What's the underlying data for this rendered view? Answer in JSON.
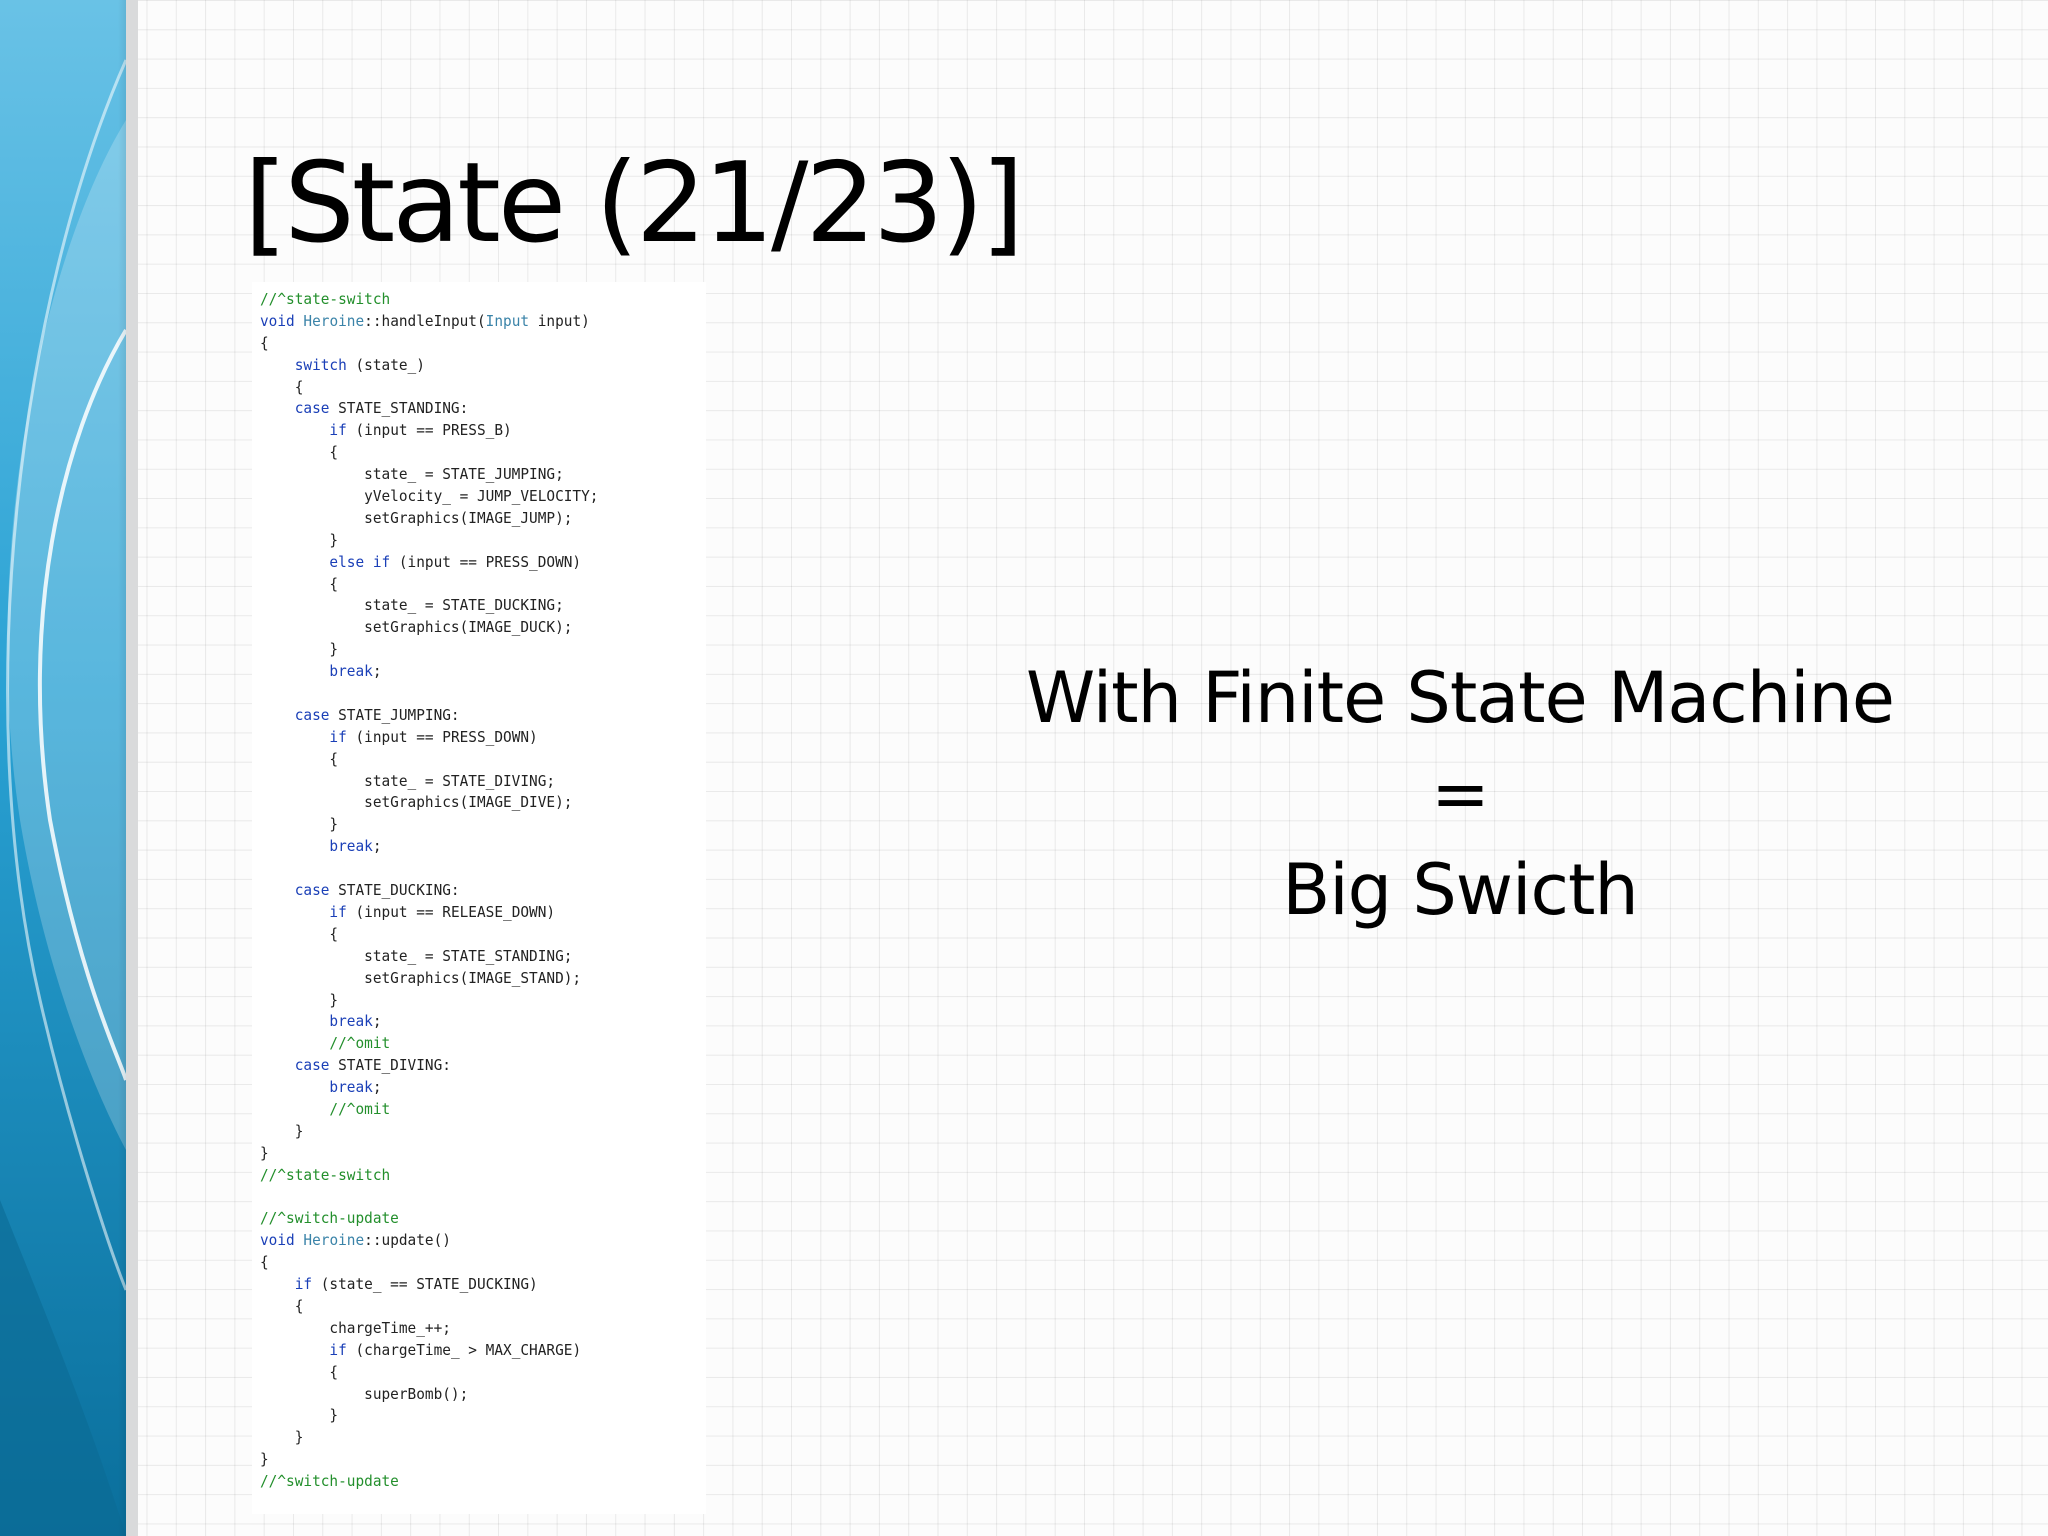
{
  "slide": {
    "title": "[State (21/23)]",
    "right_text": [
      "With Finite State Machine",
      "=",
      "Big Swicth"
    ]
  },
  "colors": {
    "keyword": "#1a3fb7",
    "comment": "#238f2c",
    "type": "#3a83a8",
    "plain": "#222222",
    "band_dark": "#0d7fae",
    "band_light": "#62bde1"
  },
  "code_lines": [
    [
      [
        "cm",
        "//^state-switch"
      ]
    ],
    [
      [
        "kw",
        "void "
      ],
      [
        "ty",
        "Heroine"
      ],
      [
        "pl",
        "::handleInput("
      ],
      [
        "ty",
        "Input"
      ],
      [
        "pl",
        " input)"
      ]
    ],
    [
      [
        "pl",
        "{"
      ]
    ],
    [
      [
        "pl",
        "    "
      ],
      [
        "kw",
        "switch"
      ],
      [
        "pl",
        " (state_)"
      ]
    ],
    [
      [
        "pl",
        "    {"
      ]
    ],
    [
      [
        "pl",
        "    "
      ],
      [
        "kw",
        "case"
      ],
      [
        "pl",
        " STATE_STANDING:"
      ]
    ],
    [
      [
        "pl",
        "        "
      ],
      [
        "kw",
        "if"
      ],
      [
        "pl",
        " (input == PRESS_B)"
      ]
    ],
    [
      [
        "pl",
        "        {"
      ]
    ],
    [
      [
        "pl",
        "            state_ = STATE_JUMPING;"
      ]
    ],
    [
      [
        "pl",
        "            yVelocity_ = JUMP_VELOCITY;"
      ]
    ],
    [
      [
        "pl",
        "            setGraphics(IMAGE_JUMP);"
      ]
    ],
    [
      [
        "pl",
        "        }"
      ]
    ],
    [
      [
        "pl",
        "        "
      ],
      [
        "kw",
        "else if"
      ],
      [
        "pl",
        " (input == PRESS_DOWN)"
      ]
    ],
    [
      [
        "pl",
        "        {"
      ]
    ],
    [
      [
        "pl",
        "            state_ = STATE_DUCKING;"
      ]
    ],
    [
      [
        "pl",
        "            setGraphics(IMAGE_DUCK);"
      ]
    ],
    [
      [
        "pl",
        "        }"
      ]
    ],
    [
      [
        "pl",
        "        "
      ],
      [
        "kw",
        "break"
      ],
      [
        "pl",
        ";"
      ]
    ],
    [
      [
        "pl",
        ""
      ]
    ],
    [
      [
        "pl",
        "    "
      ],
      [
        "kw",
        "case"
      ],
      [
        "pl",
        " STATE_JUMPING:"
      ]
    ],
    [
      [
        "pl",
        "        "
      ],
      [
        "kw",
        "if"
      ],
      [
        "pl",
        " (input == PRESS_DOWN)"
      ]
    ],
    [
      [
        "pl",
        "        {"
      ]
    ],
    [
      [
        "pl",
        "            state_ = STATE_DIVING;"
      ]
    ],
    [
      [
        "pl",
        "            setGraphics(IMAGE_DIVE);"
      ]
    ],
    [
      [
        "pl",
        "        }"
      ]
    ],
    [
      [
        "pl",
        "        "
      ],
      [
        "kw",
        "break"
      ],
      [
        "pl",
        ";"
      ]
    ],
    [
      [
        "pl",
        ""
      ]
    ],
    [
      [
        "pl",
        "    "
      ],
      [
        "kw",
        "case"
      ],
      [
        "pl",
        " STATE_DUCKING:"
      ]
    ],
    [
      [
        "pl",
        "        "
      ],
      [
        "kw",
        "if"
      ],
      [
        "pl",
        " (input == RELEASE_DOWN)"
      ]
    ],
    [
      [
        "pl",
        "        {"
      ]
    ],
    [
      [
        "pl",
        "            state_ = STATE_STANDING;"
      ]
    ],
    [
      [
        "pl",
        "            setGraphics(IMAGE_STAND);"
      ]
    ],
    [
      [
        "pl",
        "        }"
      ]
    ],
    [
      [
        "pl",
        "        "
      ],
      [
        "kw",
        "break"
      ],
      [
        "pl",
        ";"
      ]
    ],
    [
      [
        "pl",
        "        "
      ],
      [
        "cm",
        "//^omit"
      ]
    ],
    [
      [
        "pl",
        "    "
      ],
      [
        "kw",
        "case"
      ],
      [
        "pl",
        " STATE_DIVING:"
      ]
    ],
    [
      [
        "pl",
        "        "
      ],
      [
        "kw",
        "break"
      ],
      [
        "pl",
        ";"
      ]
    ],
    [
      [
        "pl",
        "        "
      ],
      [
        "cm",
        "//^omit"
      ]
    ],
    [
      [
        "pl",
        "    }"
      ]
    ],
    [
      [
        "pl",
        "}"
      ]
    ],
    [
      [
        "cm",
        "//^state-switch"
      ]
    ],
    [
      [
        "pl",
        ""
      ]
    ],
    [
      [
        "cm",
        "//^switch-update"
      ]
    ],
    [
      [
        "kw",
        "void "
      ],
      [
        "ty",
        "Heroine"
      ],
      [
        "pl",
        "::update()"
      ]
    ],
    [
      [
        "pl",
        "{"
      ]
    ],
    [
      [
        "pl",
        "    "
      ],
      [
        "kw",
        "if"
      ],
      [
        "pl",
        " (state_ == STATE_DUCKING)"
      ]
    ],
    [
      [
        "pl",
        "    {"
      ]
    ],
    [
      [
        "pl",
        "        chargeTime_++;"
      ]
    ],
    [
      [
        "pl",
        "        "
      ],
      [
        "kw",
        "if"
      ],
      [
        "pl",
        " (chargeTime_ > MAX_CHARGE)"
      ]
    ],
    [
      [
        "pl",
        "        {"
      ]
    ],
    [
      [
        "pl",
        "            superBomb();"
      ]
    ],
    [
      [
        "pl",
        "        }"
      ]
    ],
    [
      [
        "pl",
        "    }"
      ]
    ],
    [
      [
        "pl",
        "}"
      ]
    ],
    [
      [
        "cm",
        "//^switch-update"
      ]
    ]
  ]
}
